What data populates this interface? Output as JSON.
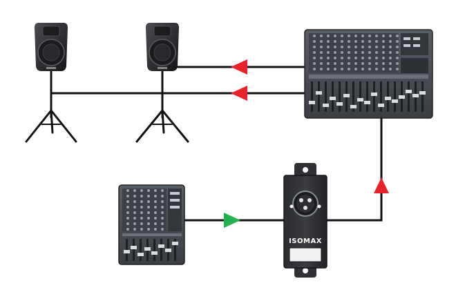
{
  "diagram": {
    "devices": [
      {
        "id": "speaker-left",
        "kind": "loudspeaker on tripod stand"
      },
      {
        "id": "speaker-right",
        "kind": "loudspeaker on tripod stand"
      },
      {
        "id": "main-mixer",
        "kind": "large mixing console"
      },
      {
        "id": "small-mixer",
        "kind": "compact mixing console"
      },
      {
        "id": "isolator",
        "kind": "XLR isolation box",
        "label": "ISOMAX"
      }
    ],
    "connections": [
      {
        "from": "main-mixer",
        "to": "speaker-right",
        "arrow": "red"
      },
      {
        "from": "main-mixer",
        "to": "speaker-left",
        "arrow": "red"
      },
      {
        "from": "small-mixer",
        "to": "isolator",
        "arrow": "green"
      },
      {
        "from": "isolator",
        "to": "main-mixer",
        "arrow": "red"
      }
    ],
    "colors": {
      "line": "#111111",
      "arrow_red": "#e8232a",
      "arrow_green": "#22b14c",
      "device_dark": "#2b2d31",
      "device_body": "#4a4e55"
    }
  }
}
